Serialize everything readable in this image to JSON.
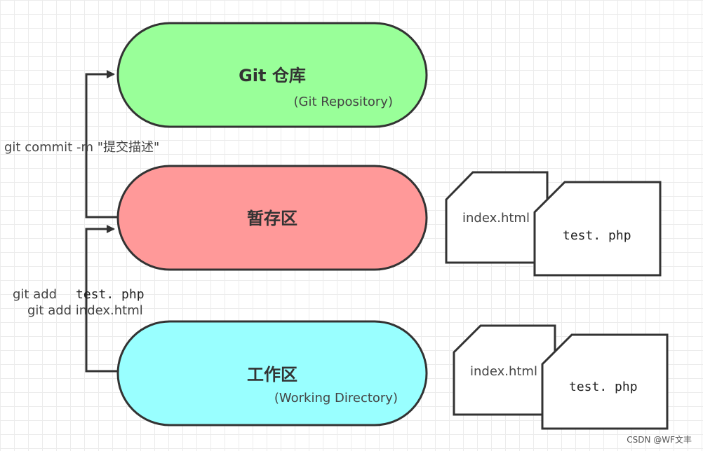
{
  "colors": {
    "repository_fill": "#99ff99",
    "staging_fill": "#ff9999",
    "working_fill": "#99ffff",
    "stroke": "#333333",
    "file_fill": "#ffffff"
  },
  "stages": {
    "repository": {
      "title": "Git 仓库",
      "subtitle": "(Git Repository)"
    },
    "staging": {
      "title": "暂存区"
    },
    "working": {
      "title": "工作区",
      "subtitle": "(Working Directory)"
    }
  },
  "commands": {
    "commit": "git commit -m \"提交描述\"",
    "add_prefix": "git add",
    "add_file_1": "test. php",
    "add_line_2": "git add index.html"
  },
  "staged_files": {
    "file_1": "index.html",
    "file_2": "test. php"
  },
  "working_files": {
    "file_1": "index.html",
    "file_2": "test. php"
  },
  "watermark": "CSDN @WF文丰"
}
